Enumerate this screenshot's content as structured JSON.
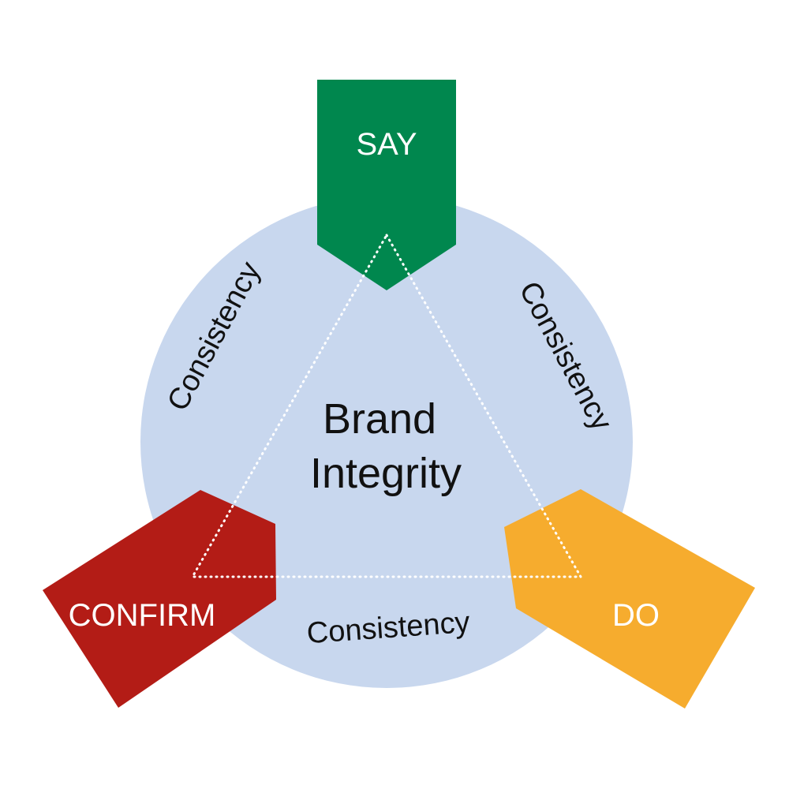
{
  "center": {
    "line1": "Brand",
    "line2": "Integrity"
  },
  "nodes": {
    "say": {
      "label": "SAY",
      "color": "#00874e"
    },
    "do": {
      "label": "DO",
      "color": "#f6ac2e"
    },
    "confirm": {
      "label": "CONFIRM",
      "color": "#b31c16"
    }
  },
  "edges": {
    "left": "Consistency",
    "right": "Consistency",
    "bottom": "Consistency"
  },
  "colors": {
    "circle": "#c8d7ee",
    "triangle": "#ffffff",
    "text": "#111111"
  }
}
